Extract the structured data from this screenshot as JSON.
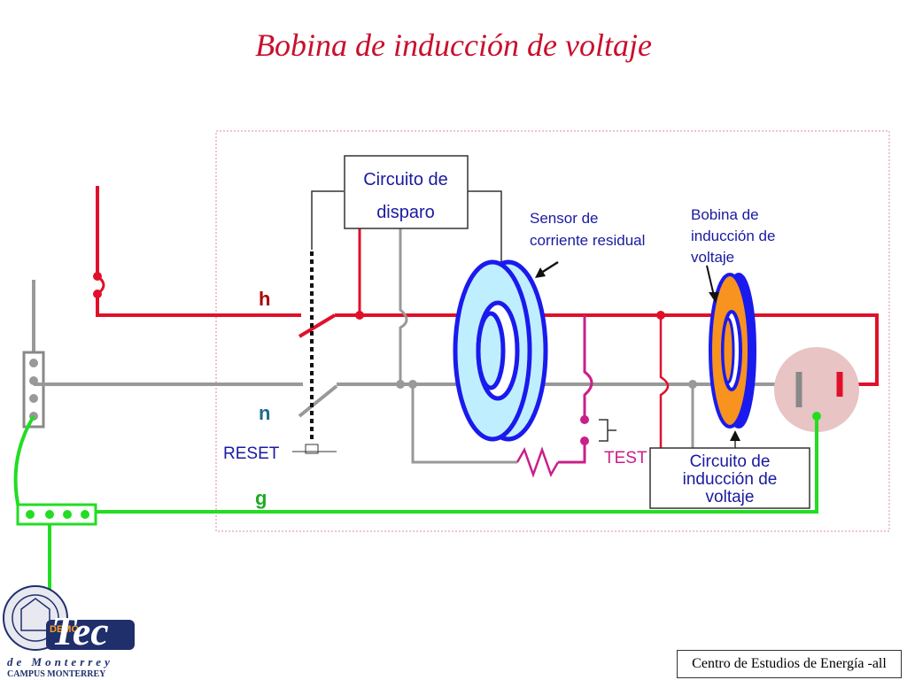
{
  "title": "Bobina de inducción de voltaje",
  "labels": {
    "h": "h",
    "n": "n",
    "g": "g",
    "reset": "RESET",
    "test": "TEST",
    "trip_circuit_line1": "Circuito de",
    "trip_circuit_line2": "disparo",
    "sensor_line1": "Sensor de",
    "sensor_line2": "corriente residual",
    "coil_line1": "Bobina de",
    "coil_line2": "inducción de",
    "coil_line3": "voltaje",
    "induction_circuit_line1": "Circuito de",
    "induction_circuit_line2": "inducción de",
    "induction_circuit_line3": "voltaje"
  },
  "footer": "Centro de Estudios de Energía -all",
  "logo": {
    "name": "Tec",
    "subtitle": "de Monterrey",
    "campus": "CAMPUS MONTERREY",
    "watermark": "DEMO"
  },
  "colors": {
    "title": "#c8102e",
    "hot_wire": "#e0102a",
    "neutral_wire": "#999999",
    "ground_wire": "#22dd22",
    "sensor_fill": "#bfefff",
    "coil_blue": "#1a1aee",
    "coil_orange": "#f7931e",
    "load": "#e8c4c4",
    "box_text": "#1a1aa0",
    "test_text": "#c8208a"
  }
}
